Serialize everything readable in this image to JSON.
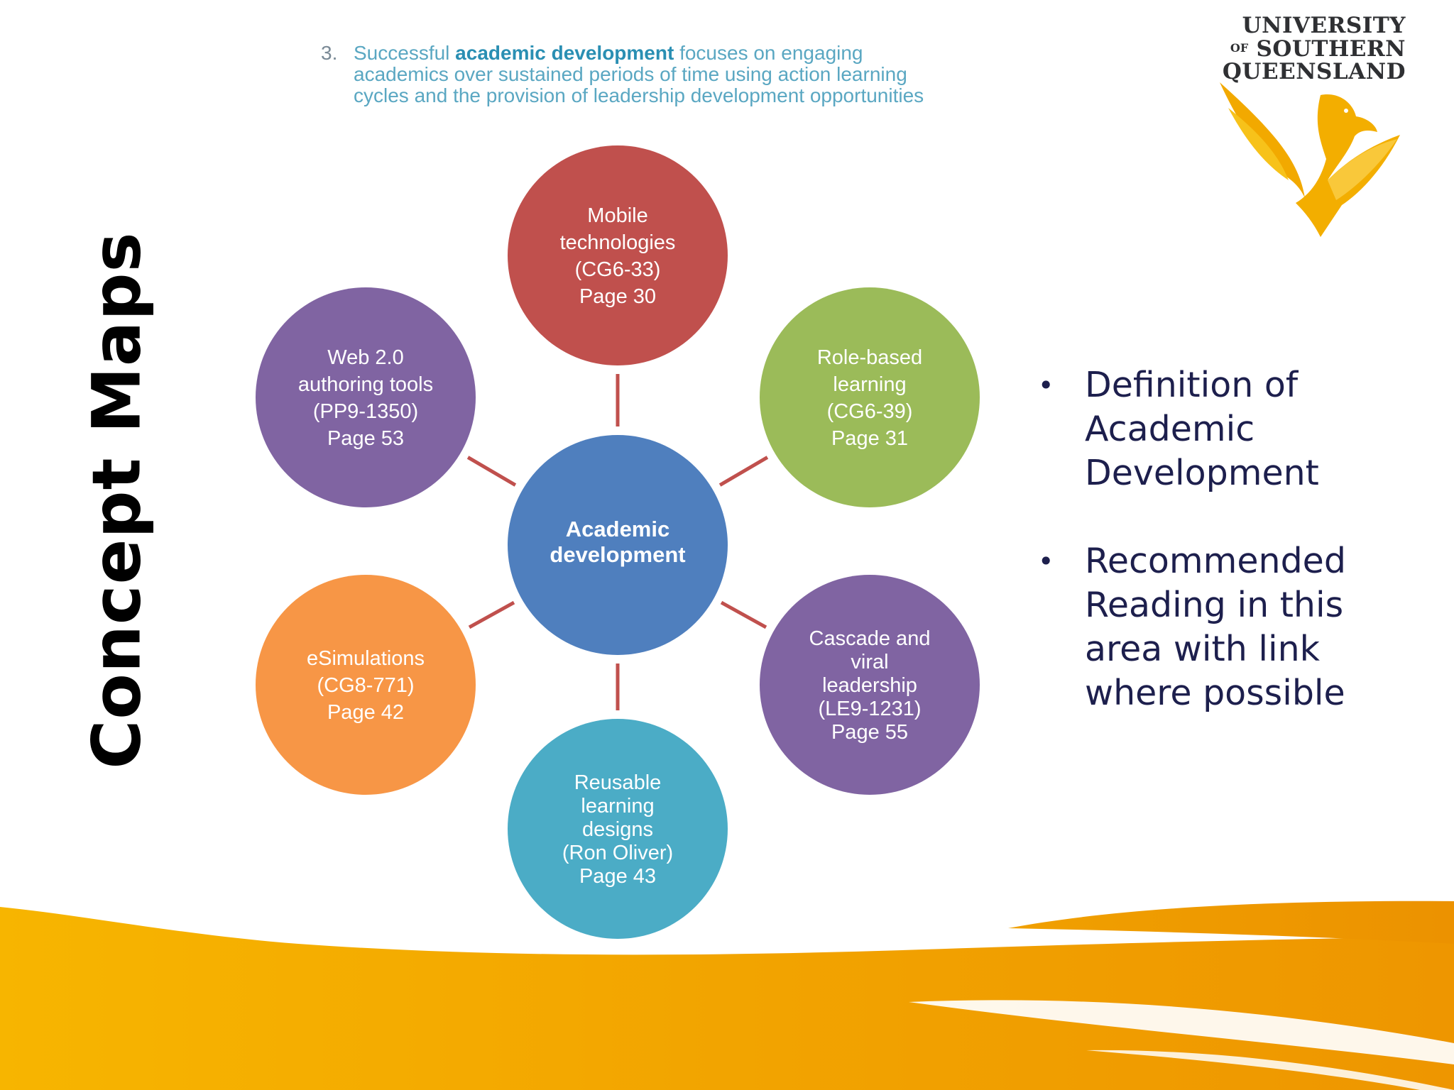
{
  "slide": {
    "side_title": "Concept Maps",
    "caption": {
      "number": "3.",
      "line1_pre": "Successful ",
      "line1_bold": "academic development",
      "line1_post": " focuses on engaging",
      "line2": "academics over sustained periods of time using action learning",
      "line3": "cycles and the provision of leadership development opportunities"
    },
    "logo": {
      "line1": "UNIVERSITY",
      "of": "OF",
      "line2": "SOUTHERN",
      "line3": "QUEENSLAND"
    },
    "bullets": [
      {
        "lines": [
          "Definition of",
          "Academic",
          "Development"
        ]
      },
      {
        "lines": [
          "Recommended",
          "Reading in this",
          "area with link",
          "where possible"
        ]
      }
    ]
  },
  "diagram": {
    "center": {
      "lines": [
        "Academic",
        "development"
      ],
      "color": "#4f7fbe"
    },
    "nodes": [
      {
        "id": "mobile",
        "lines": [
          "Mobile",
          "technologies",
          "(CG6-33)",
          "Page 30"
        ],
        "color": "#c0504d"
      },
      {
        "id": "role",
        "lines": [
          "Role-based",
          "learning",
          "(CG6-39)",
          "Page 31"
        ],
        "color": "#9bbb59"
      },
      {
        "id": "cascade",
        "lines": [
          "Cascade and",
          "viral",
          "leadership",
          "(LE9-1231)",
          "Page 55"
        ],
        "color": "#8064a2"
      },
      {
        "id": "reusable",
        "lines": [
          "Reusable",
          "learning",
          "designs",
          "(Ron Oliver)",
          "Page 43"
        ],
        "color": "#4bacc6"
      },
      {
        "id": "esim",
        "lines": [
          "eSimulations",
          "(CG8-771)",
          "Page 42"
        ],
        "color": "#f79646"
      },
      {
        "id": "web",
        "lines": [
          "Web 2.0",
          "authoring tools",
          "(PP9-1350)",
          "Page 53"
        ],
        "color": "#8064a2"
      }
    ],
    "connector_color": "#c0504d"
  },
  "colors": {
    "gold": "#f5b400",
    "orange": "#ef9a00",
    "text_navy": "#1d1f4d"
  }
}
